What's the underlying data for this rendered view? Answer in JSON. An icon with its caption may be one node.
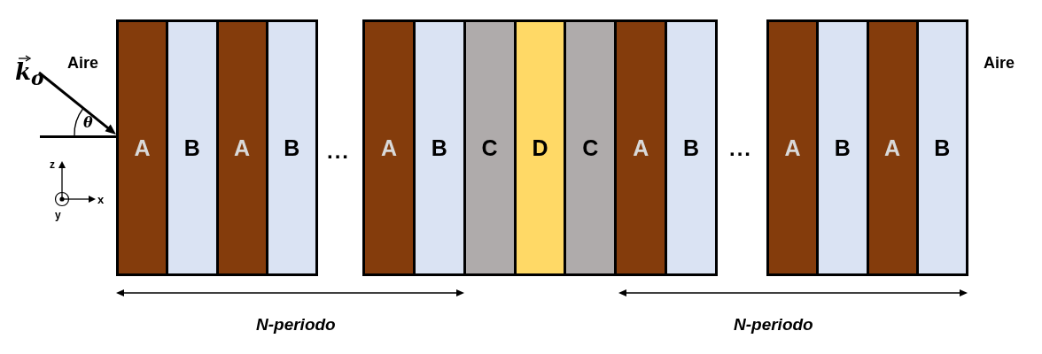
{
  "diagram": {
    "nodes": [
      {
        "text": [
          "A"
        ]
      },
      {
        "text": [
          "B"
        ]
      },
      {
        "text": [
          "A"
        ]
      },
      {
        "text": [
          "B"
        ]
      },
      {
        "text": [
          "A"
        ]
      },
      {
        "text": [
          "B"
        ]
      },
      {
        "text": [
          "C"
        ]
      },
      {
        "text": [
          "D"
        ]
      },
      {
        "text": [
          "C"
        ]
      },
      {
        "text": [
          "A"
        ]
      },
      {
        "text": [
          "B"
        ]
      },
      {
        "text": [
          "A"
        ]
      },
      {
        "text": [
          "B"
        ]
      },
      {
        "text": [
          "A"
        ]
      },
      {
        "text": [
          "B"
        ]
      }
    ],
    "labels": [
      "k$_{o}$",
      "Aire",
      "Aire",
      "θ",
      "...",
      "...",
      "z",
      "x",
      "y",
      "N-periodo",
      "N-periodo"
    ]
  }
}
